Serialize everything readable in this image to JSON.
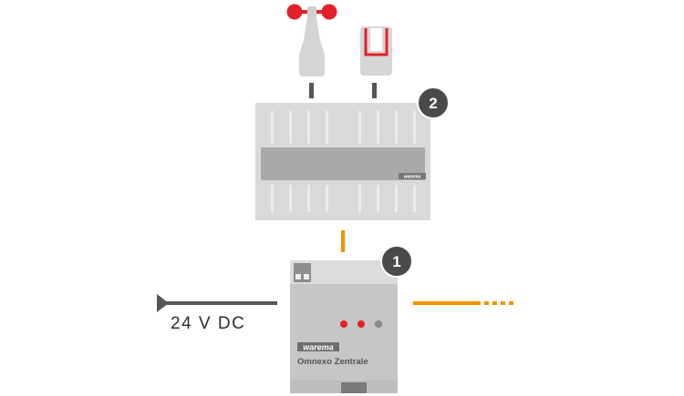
{
  "power": {
    "label": "24 V DC"
  },
  "central_unit": {
    "badge": "1",
    "brand": "warema",
    "name": "Omnexo Zentrale",
    "led_colors": [
      "#e32129",
      "#e32129",
      "#8a8a8a"
    ]
  },
  "weather_station": {
    "badge": "2",
    "brand": "warema"
  },
  "colors": {
    "accent_red": "#e32129",
    "bus_orange": "#f39200",
    "cable_dark": "#555555",
    "badge_dark": "#4a4a4a"
  }
}
